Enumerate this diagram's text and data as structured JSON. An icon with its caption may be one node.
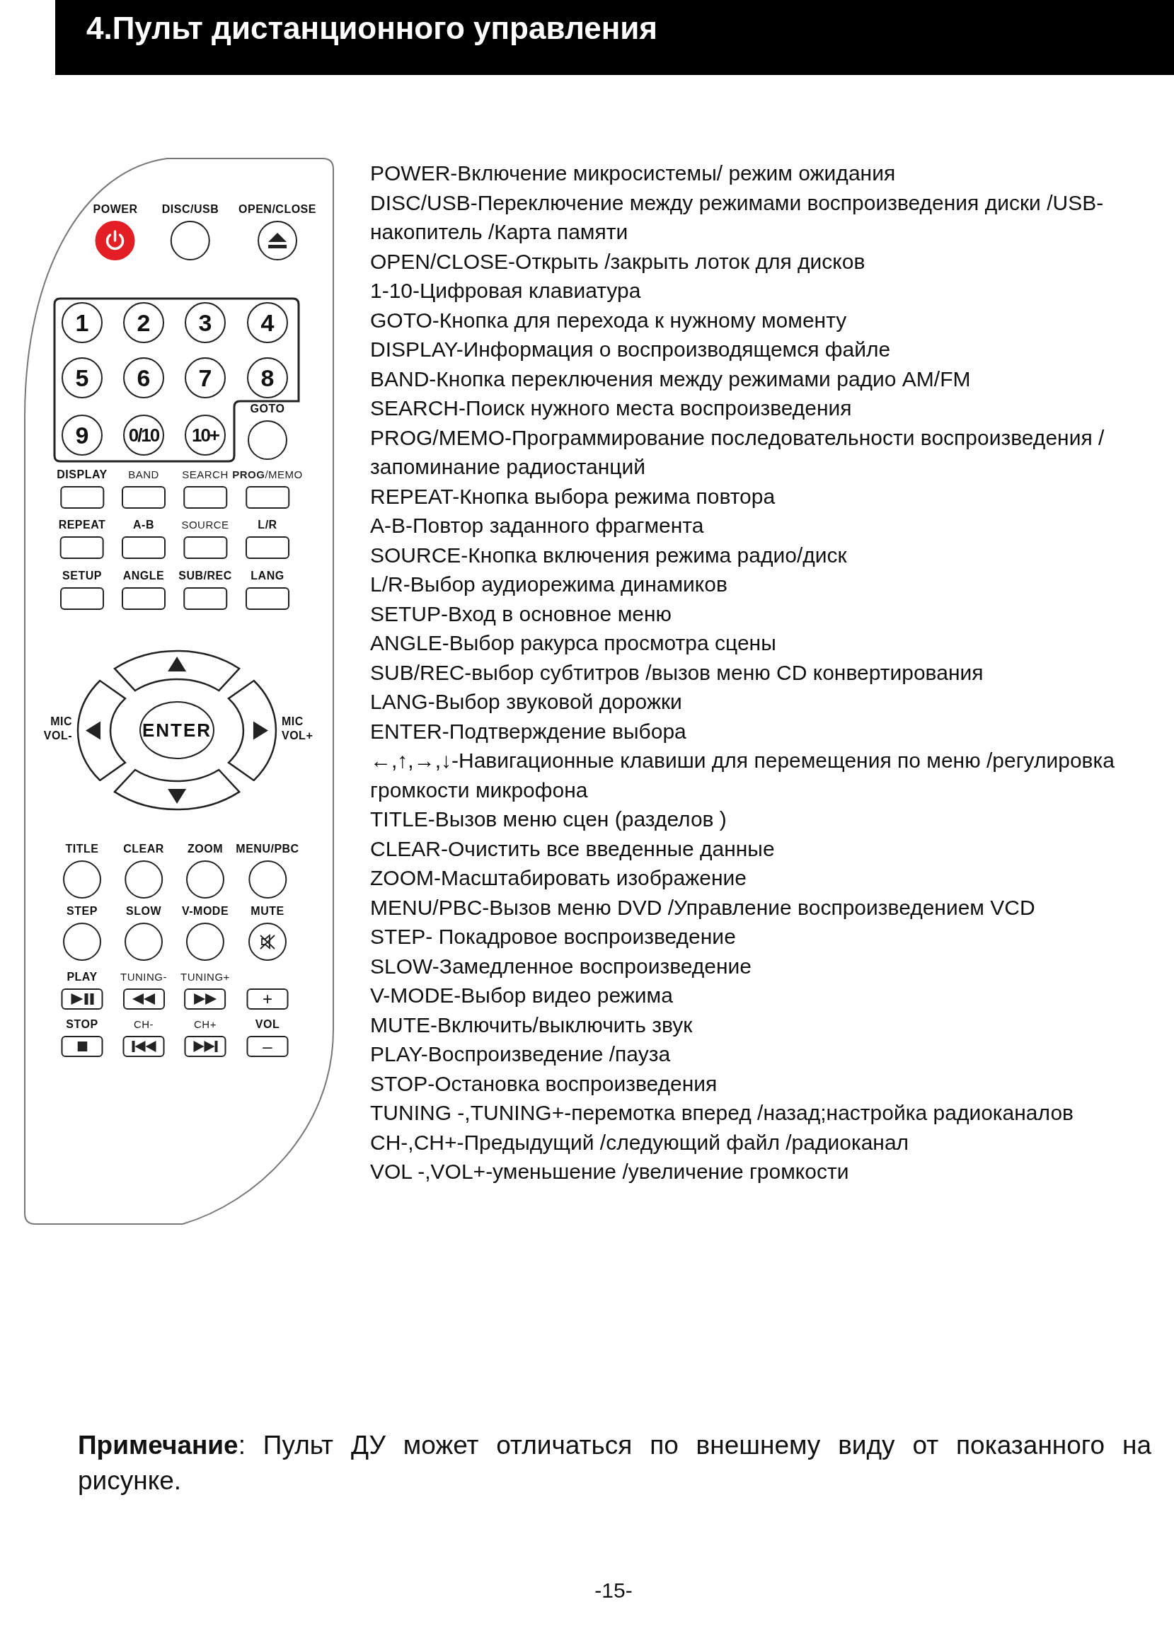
{
  "diagram": {
    "title": "4.Пульт дистанционного управления",
    "nodes": [
      {
        "text": [
          "POWER"
        ]
      },
      {
        "text": [
          "DISC/USB"
        ]
      },
      {
        "text": [
          "OPEN/CLOSE"
        ]
      },
      {
        "text": [
          "1"
        ]
      },
      {
        "text": [
          "2"
        ]
      },
      {
        "text": [
          "3"
        ]
      },
      {
        "text": [
          "4"
        ]
      },
      {
        "text": [
          "5"
        ]
      },
      {
        "text": [
          "6"
        ]
      },
      {
        "text": [
          "7"
        ]
      },
      {
        "text": [
          "8"
        ]
      },
      {
        "text": [
          "9"
        ]
      },
      {
        "text": [
          "0/10"
        ]
      },
      {
        "text": [
          "10+"
        ]
      },
      {
        "text": [
          "GOTO"
        ]
      },
      {
        "text": [
          "DISPLAY"
        ]
      },
      {
        "text": [
          "BAND"
        ]
      },
      {
        "text": [
          "SEARCH"
        ]
      },
      {
        "text": [
          "**PROG**/MEMO"
        ]
      },
      {
        "text": [
          "REPEAT"
        ]
      },
      {
        "text": [
          "A-B"
        ]
      },
      {
        "text": [
          "SOURCE"
        ]
      },
      {
        "text": [
          "L/R"
        ]
      },
      {
        "text": [
          "SETUP"
        ]
      },
      {
        "text": [
          "ANGLE"
        ]
      },
      {
        "text": [
          "SUB/REC"
        ]
      },
      {
        "text": [
          "LANG"
        ]
      },
      {
        "text": [],
        "shape": "box"
      },
      {
        "text": [
          "MIC VOL-"
        ]
      },
      {
        "text": [
          "ENTER"
        ]
      },
      {
        "text": [
          "MIC VOL+"
        ]
      },
      {
        "text": [],
        "shape": "box"
      },
      {
        "text": [
          "TITLE"
        ]
      },
      {
        "text": [
          "CLEAR"
        ]
      },
      {
        "text": [
          "ZOOM"
        ]
      },
      {
        "text": [
          "MENU/PBC"
        ]
      },
      {
        "text": [
          "STEP"
        ]
      },
      {
        "text": [
          "SLOW"
        ]
      },
      {
        "text": [
          "V-MODE"
        ]
      },
      {
        "text": [
          "MUTE"
        ]
      },
      {
        "text": [
          "PLAY"
        ]
      },
      {
        "text": [
          "TUNING-"
        ]
      },
      {
        "text": [
          "TUNING+"
        ]
      },
      {
        "text": [
          "+"
        ]
      },
      {
        "text": [
          "STOP"
        ]
      },
      {
        "text": [
          "CH-"
        ]
      },
      {
        "text": [
          "CH+"
        ]
      },
      {
        "text": [
          "VOL",
          "–"
        ]
      }
    ],
    "labels": [
      "POWER-Включение микросистемы/ режим ожидания",
      "DISC/USB-Переключение между режимами воспроизведения диски /USB-накопитель /Карта памяти",
      "OPEN/CLOSE-Открыть /закрыть лоток для дисков",
      "1-10-Цифровая клавиатура",
      "GOTO-Кнопка для перехода к нужному моменту",
      "DISPLAY-Информация о воспроизводящемся файле",
      "BAND-Кнопка переключения между режимами радио AM/FM",
      "SEARCH-Поиск нужного места воспроизведения",
      "PROG/MEMO-Программирование последовательности воспроизведения / запоминание радиостанций",
      "REPEAT-Кнопка выбора режима повтора",
      "A-B-Повтор заданного фрагмента",
      "SOURCE-Кнопка включения режима радио/диск",
      "L/R-Выбор аудиорежима динамиков",
      "SETUP-Вход в основное меню",
      "ANGLE-Выбор ракурса просмотра сцены",
      "SUB/REC-выбор субтитров /вызов меню CD конвертирования",
      "LANG-Выбор звуковой дорожки",
      "ENTER-Подтверждение выбора",
      "←,↑,→,↓-Навигационные клавиши для перемещения по меню /регулировка громкости микрофона",
      "TITLE-Вызов меню сцен (разделов )",
      "CLEAR-Очистить все введенные данные",
      "ZOOM-Масштабировать изображение",
      "MENU/PBC-Вызов меню DVD /Управление воспроизведением VCD",
      "STEP- Покадровое воспроизведение",
      "SLOW-Замедленное воспроизведение",
      "V-MODE-Выбор видео режима",
      "MUTE-Включить/выключить звук",
      "PLAY-Воспроизведение /пауза",
      "STOP-Остановка воспроизведения",
      "TUNING -,TUNING+-перемотка вперед /назад;настройка радиоканалов",
      "CH-,CH+-Предыдущий /следующий файл /радиоканал",
      "VOL -,VOL+-уменьшение /увеличение громкости",
      "**Примечание**: Пульт ДУ может отличаться по внешнему виду от показанного на рисунке.",
      "-15-"
    ]
  }
}
